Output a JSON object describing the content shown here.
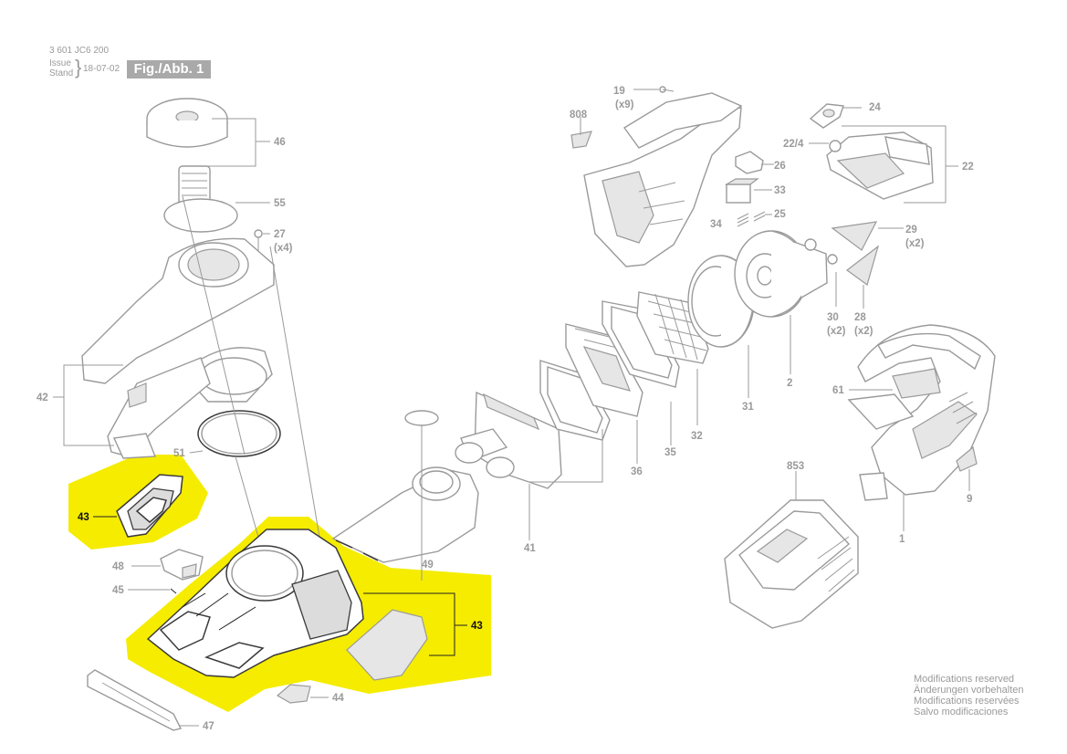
{
  "header": {
    "doc_number": "3 601 JC6 200",
    "issue_label": "Issue",
    "stand_label": "Stand",
    "date": "18-07-02",
    "figure_label": "Fig./Abb. 1"
  },
  "callouts": {
    "p19": "19",
    "p19q": "(x9)",
    "p808": "808",
    "p24": "24",
    "p22_4": "22/4",
    "p22": "22",
    "p26": "26",
    "p33": "33",
    "p34": "34",
    "p25": "25",
    "p29": "29",
    "p29q": "(x2)",
    "p30": "30",
    "p30q": "(x2)",
    "p28": "28",
    "p28q": "(x2)",
    "p46": "46",
    "p55": "55",
    "p27": "27",
    "p27q": "(x4)",
    "p42": "42",
    "p51": "51",
    "p43a": "43",
    "p43b": "43",
    "p48": "48",
    "p45": "45",
    "p44": "44",
    "p47": "47",
    "p49": "49",
    "p41": "41",
    "p36": "36",
    "p35": "35",
    "p32": "32",
    "p31": "31",
    "p2": "2",
    "p61": "61",
    "p853": "853",
    "p9": "9",
    "p1": "1"
  },
  "footer": {
    "line1": "Modifications reserved",
    "line2": "Änderungen vorbehalten",
    "line3": "Modifications reservées",
    "line4": "Salvo modificaciones"
  },
  "colors": {
    "highlight": "#f5ec00",
    "line_grey": "#9a9a9a",
    "line_dark": "#3a3a3a",
    "badge_bg": "#a9a9a9"
  }
}
